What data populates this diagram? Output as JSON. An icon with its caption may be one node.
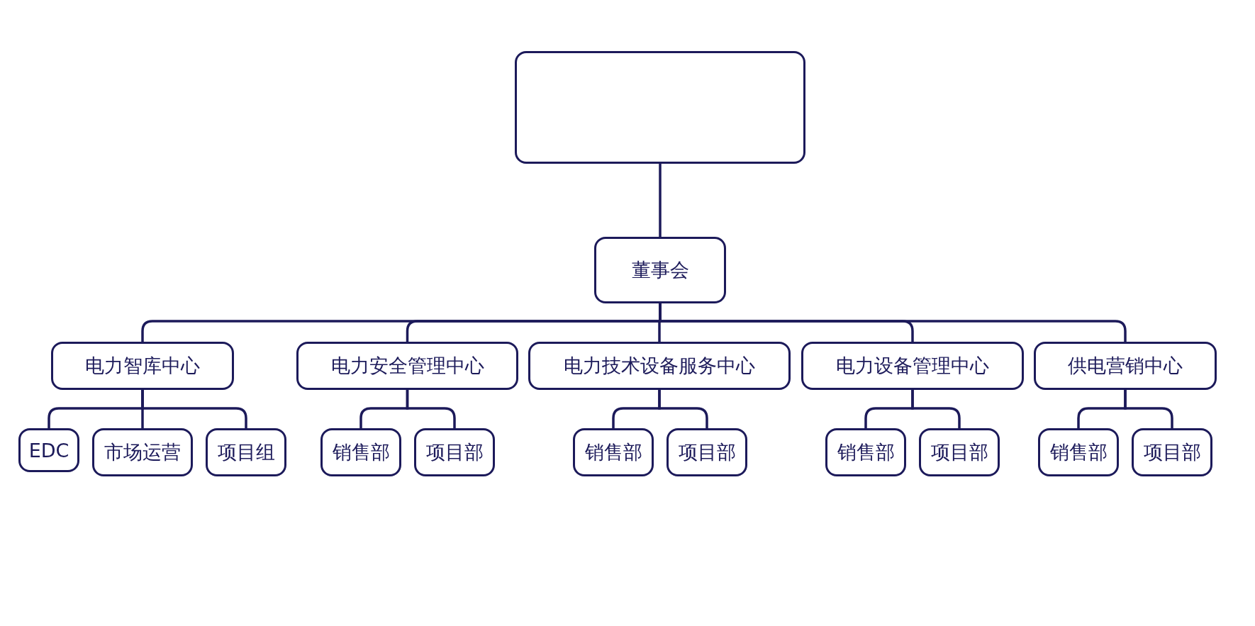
{
  "diagram": {
    "nodes": [
      {
        "text": [],
        "shape": "box"
      },
      {
        "text": [
          "董事会"
        ]
      },
      {
        "text": [
          "电力智库中心"
        ]
      },
      {
        "text": [
          "电力安全管理中心"
        ]
      },
      {
        "text": [
          "电力技术设备服务中心"
        ]
      },
      {
        "text": [
          "电力设备管理中心"
        ]
      },
      {
        "text": [
          "供电营销中心"
        ]
      },
      {
        "text": [
          "EDC"
        ]
      },
      {
        "text": [
          "市场运营"
        ]
      },
      {
        "text": [
          "项目组"
        ]
      },
      {
        "text": [
          "销售部"
        ]
      },
      {
        "text": [
          "项目部"
        ]
      },
      {
        "text": [
          "销售部"
        ]
      },
      {
        "text": [
          "项目部"
        ]
      },
      {
        "text": [
          "销售部"
        ]
      },
      {
        "text": [
          "项目部"
        ]
      },
      {
        "text": [
          "销售部"
        ]
      },
      {
        "text": [
          "项目部"
        ]
      }
    ],
    "edges": [
      {
        "from": 0,
        "to": 1,
        "arrow": "none"
      },
      {
        "from": 1,
        "to": 2,
        "arrow": "none"
      },
      {
        "from": 1,
        "to": 3,
        "arrow": "none"
      },
      {
        "from": 1,
        "to": 4,
        "arrow": "none"
      },
      {
        "from": 1,
        "to": 5,
        "arrow": "none"
      },
      {
        "from": 1,
        "to": 6,
        "arrow": "none"
      },
      {
        "from": 2,
        "to": 7,
        "arrow": "none"
      },
      {
        "from": 2,
        "to": 8,
        "arrow": "none"
      },
      {
        "from": 2,
        "to": 9,
        "arrow": "none"
      },
      {
        "from": 3,
        "to": 10,
        "arrow": "none"
      },
      {
        "from": 3,
        "to": 11,
        "arrow": "none"
      },
      {
        "from": 4,
        "to": 12,
        "arrow": "none"
      },
      {
        "from": 4,
        "to": 13,
        "arrow": "none"
      },
      {
        "from": 5,
        "to": 14,
        "arrow": "none"
      },
      {
        "from": 5,
        "to": 15,
        "arrow": "none"
      },
      {
        "from": 6,
        "to": 16,
        "arrow": "none"
      },
      {
        "from": 6,
        "to": 17,
        "arrow": "none"
      }
    ]
  }
}
